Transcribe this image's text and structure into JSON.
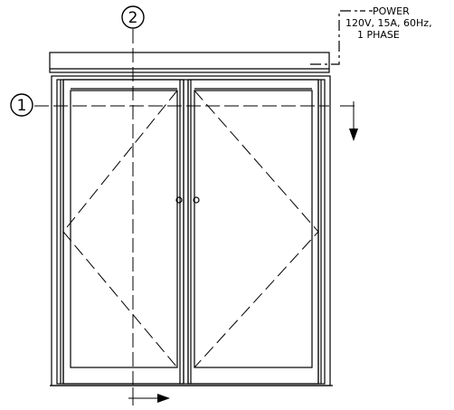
{
  "labels": {
    "power_title": "POWER",
    "power_spec": "120V, 15A, 60Hz,",
    "power_phase": "1 PHASE",
    "callout_1": "1",
    "callout_2": "2"
  },
  "colors": {
    "line": "#000000",
    "background": "#ffffff"
  }
}
